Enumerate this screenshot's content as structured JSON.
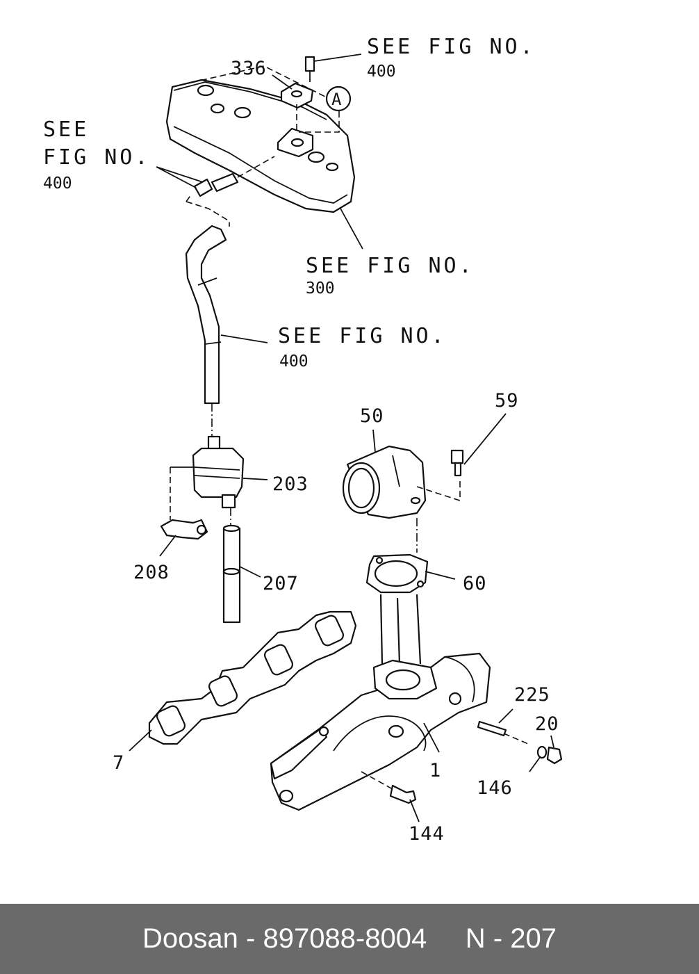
{
  "callouts": {
    "c336": "336",
    "c203": "203",
    "c208": "208",
    "c207": "207",
    "c50": "50",
    "c59": "59",
    "c60": "60",
    "c7": "7",
    "c1": "1",
    "c225": "225",
    "c20": "20",
    "c146": "146",
    "c144": "144",
    "marker": "A"
  },
  "references": {
    "ref_top": {
      "line1": "SEE FIG NO.",
      "number": "400"
    },
    "ref_left": {
      "line1": "SEE",
      "line2": "FIG NO.",
      "number": "400"
    },
    "ref_cover": {
      "line1": "SEE FIG NO.",
      "number": "300"
    },
    "ref_hose": {
      "line1": "SEE FIG NO.",
      "number": "400"
    }
  },
  "footer": {
    "text": "Doosan - 897088-8004     N - 207"
  }
}
